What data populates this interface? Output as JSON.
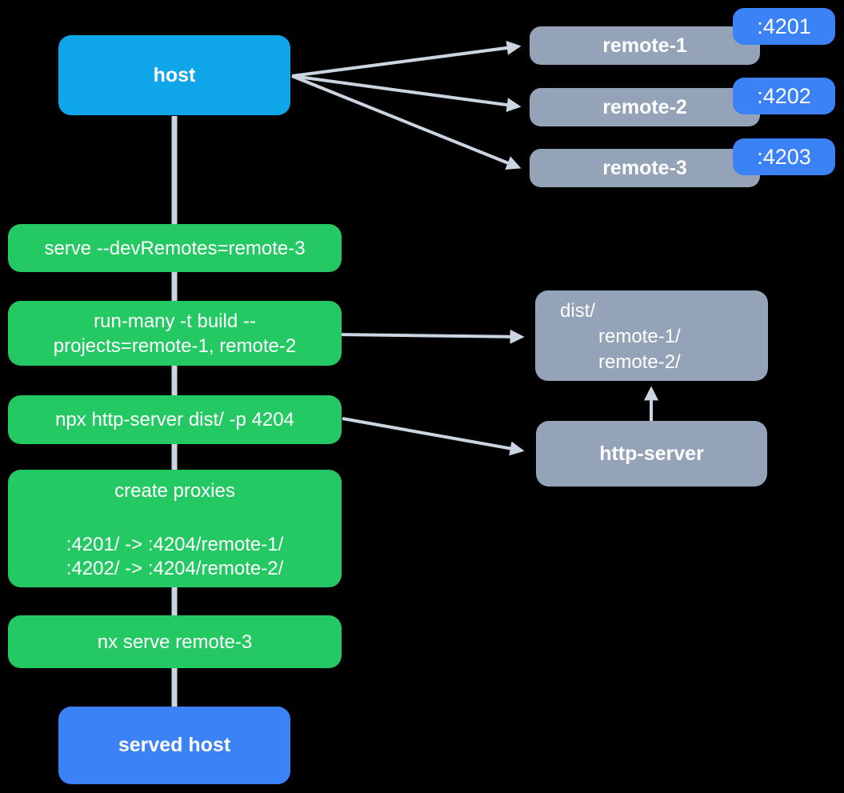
{
  "colors": {
    "host": "#0ea5e9",
    "action": "#24c964",
    "node": "#94a3b8",
    "port": "#3b82f6",
    "arrow": "#cbd5e1"
  },
  "host": {
    "label": "host"
  },
  "remotes": [
    {
      "label": "remote-1",
      "port": ":4201"
    },
    {
      "label": "remote-2",
      "port": ":4202"
    },
    {
      "label": "remote-3",
      "port": ":4203"
    }
  ],
  "commands": [
    {
      "label": "serve --devRemotes=remote-3"
    },
    {
      "label": "run-many -t build --\nprojects=remote-1, remote-2"
    },
    {
      "label": "npx http-server dist/ -p 4204"
    },
    {
      "title": "create proxies",
      "rules": [
        ":4201/ -> :4204/remote-1/",
        ":4202/ -> :4204/remote-2/"
      ]
    },
    {
      "label": "nx serve remote-3"
    }
  ],
  "dist": {
    "lines": [
      "dist/",
      "remote-1/",
      "remote-2/"
    ]
  },
  "http_server": {
    "label": "http-server"
  },
  "served_host": {
    "label": "served host"
  }
}
